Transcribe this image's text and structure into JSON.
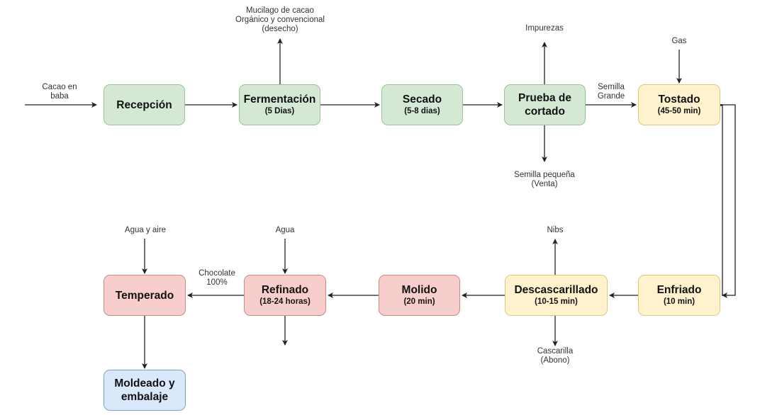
{
  "diagram": {
    "title": "Proceso de elaboración de chocolate",
    "colors": {
      "green_fill": "#d5e8d4",
      "yellow_fill": "#fff2cc",
      "red_fill": "#f8cecc",
      "blue_fill": "#dae8fc",
      "arrow": "#222222"
    },
    "nodes": {
      "recepcion": {
        "title": "Recepción",
        "detail": ""
      },
      "fermentacion": {
        "title": "Fermentación",
        "detail": "(5 Dias)"
      },
      "secado": {
        "title": "Secado",
        "detail": "(5-8 dias)"
      },
      "prueba": {
        "title": "Prueba de cortado",
        "detail": ""
      },
      "tostado": {
        "title": "Tostado",
        "detail": "(45-50 min)"
      },
      "enfriado": {
        "title": "Enfriado",
        "detail": "(10 min)"
      },
      "descascarillado": {
        "title": "Descascarillado",
        "detail": "(10-15 min)"
      },
      "molido": {
        "title": "Molido",
        "detail": "(20 min)"
      },
      "refinado": {
        "title": "Refinado",
        "detail": "(18-24 horas)"
      },
      "temperado": {
        "title": "Temperado",
        "detail": ""
      },
      "moldeado": {
        "title": "Moldeado y embalaje",
        "detail": ""
      }
    },
    "labels": {
      "input_cacao": "Cacao en baba",
      "mucilago_line1": "Mucilago de cacao",
      "mucilago_line2": "Orgánico y convencional",
      "mucilago_line3": "(desecho)",
      "impurezas": "Impurezas",
      "semilla_grande": "Semilla Grande",
      "semilla_pequena_line1": "Semilla pequeña",
      "semilla_pequena_line2": "(Venta)",
      "gas": "Gas",
      "nibs": "Nibs",
      "cascarilla_line1": "Cascarilla",
      "cascarilla_line2": "(Abono)",
      "agua": "Agua",
      "agua_y_aire": "Agua y aire",
      "chocolate_100": "Chocolate 100%"
    },
    "edges": [
      {
        "from": "input",
        "to": "recepcion",
        "label": "Cacao en baba"
      },
      {
        "from": "recepcion",
        "to": "fermentacion"
      },
      {
        "from": "fermentacion",
        "to": "mucilago"
      },
      {
        "from": "fermentacion",
        "to": "secado"
      },
      {
        "from": "secado",
        "to": "prueba"
      },
      {
        "from": "prueba",
        "to": "impurezas"
      },
      {
        "from": "prueba",
        "to": "semilla_pequena"
      },
      {
        "from": "prueba",
        "to": "tostado",
        "label": "Semilla Grande"
      },
      {
        "from": "gas",
        "to": "tostado"
      },
      {
        "from": "tostado",
        "to": "enfriado"
      },
      {
        "from": "enfriado",
        "to": "descascarillado"
      },
      {
        "from": "descascarillado",
        "to": "nibs"
      },
      {
        "from": "descascarillado",
        "to": "cascarilla"
      },
      {
        "from": "descascarillado",
        "to": "molido"
      },
      {
        "from": "molido",
        "to": "refinado"
      },
      {
        "from": "agua",
        "to": "refinado"
      },
      {
        "from": "refinado",
        "to": "output"
      },
      {
        "from": "refinado",
        "to": "temperado",
        "label": "Chocolate 100%"
      },
      {
        "from": "agua_y_aire",
        "to": "temperado"
      },
      {
        "from": "temperado",
        "to": "moldeado"
      }
    ]
  }
}
